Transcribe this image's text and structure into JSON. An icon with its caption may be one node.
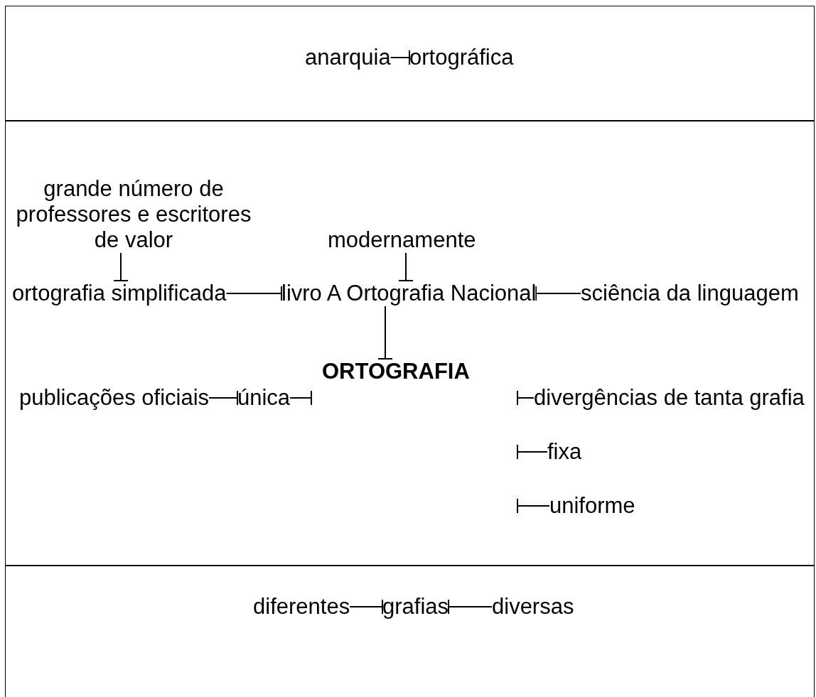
{
  "diagram": {
    "nodes": [
      {
        "text": [],
        "shape": "box"
      },
      {
        "text": [
          "anarquia"
        ],
        "in": 0
      },
      {
        "text": [
          "ortográfica"
        ],
        "in": 0
      },
      {
        "text": [],
        "shape": "box"
      },
      {
        "text": [
          "grande número de professores e escritores de valor"
        ],
        "in": 3
      },
      {
        "text": [
          "modernamente"
        ],
        "in": 3
      },
      {
        "text": [
          "ortografia simplificada"
        ],
        "in": 3
      },
      {
        "text": [
          "livro A Ortografia Nacional"
        ],
        "in": 3
      },
      {
        "text": [
          "sciência da linguagem"
        ],
        "in": 3
      },
      {
        "text": [
          "ORTOGRAFIA"
        ],
        "in": 3
      },
      {
        "text": [
          "publicações oficiais"
        ],
        "in": 3
      },
      {
        "text": [
          "única"
        ],
        "in": 3
      },
      {
        "text": [
          "divergências de tanta grafia"
        ],
        "in": 3
      },
      {
        "text": [
          "fixa"
        ],
        "in": 3
      },
      {
        "text": [
          "uniforme"
        ],
        "in": 3
      },
      {
        "text": [],
        "shape": "box"
      },
      {
        "text": [
          "diferentes"
        ],
        "in": 15
      },
      {
        "text": [
          "grafias"
        ],
        "in": 15
      },
      {
        "text": [
          "diversas"
        ],
        "in": 15
      }
    ],
    "edges": [
      {
        "from": 1,
        "to": 2,
        "arrow": "other"
      },
      {
        "from": 4,
        "to": 6,
        "arrow": "other"
      },
      {
        "from": 5,
        "to": 7,
        "arrow": "other"
      },
      {
        "from": 6,
        "to": 7,
        "arrow": "other"
      },
      {
        "from": 8,
        "to": 7,
        "arrow": "other"
      },
      {
        "from": 7,
        "to": 9,
        "arrow": "other"
      },
      {
        "from": 10,
        "to": 11,
        "arrow": "other"
      },
      {
        "from": 11,
        "to": null,
        "arrow": "other"
      },
      {
        "from": 12,
        "to": null,
        "arrow": "other"
      },
      {
        "from": 13,
        "to": null,
        "arrow": "other"
      },
      {
        "from": 14,
        "to": null,
        "arrow": "other"
      },
      {
        "from": 16,
        "to": 17,
        "arrow": "other"
      },
      {
        "from": 18,
        "to": 17,
        "arrow": "other"
      }
    ]
  }
}
